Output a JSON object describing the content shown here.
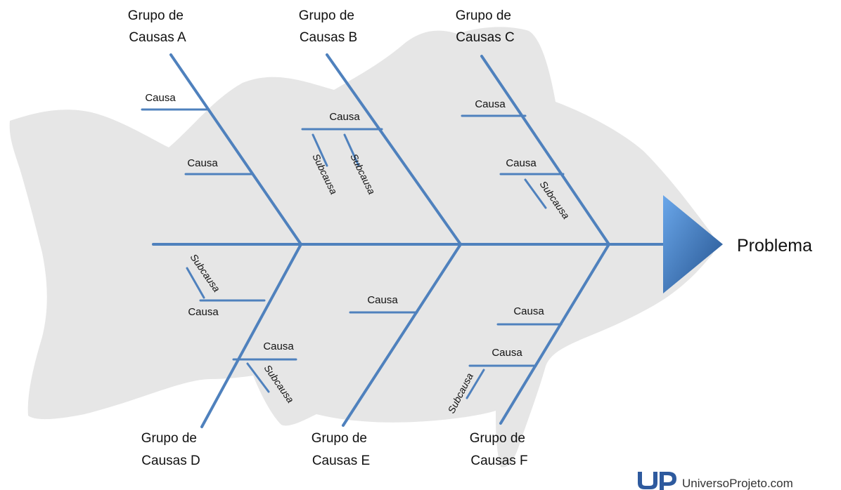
{
  "problem": "Problema",
  "groups": {
    "a": [
      "Grupo de",
      "Causas A"
    ],
    "b": [
      "Grupo de",
      "Causas B"
    ],
    "c": [
      "Grupo de",
      "Causas C"
    ],
    "d": [
      "Grupo de",
      "Causas D"
    ],
    "e": [
      "Grupo de",
      "Causas E"
    ],
    "f": [
      "Grupo de",
      "Causas F"
    ]
  },
  "cause_label": "Causa",
  "subcause_label": "Subcausa",
  "branding": {
    "logo_letters": "UP",
    "name": "UniversoProjeto.com"
  },
  "colors": {
    "bone": "#4f81bd",
    "fish_silhouette": "#e6e6e6",
    "arrow_head_light": "#5c9be0",
    "arrow_head_dark": "#2a5a9a",
    "logo": "#2e5a9e"
  }
}
